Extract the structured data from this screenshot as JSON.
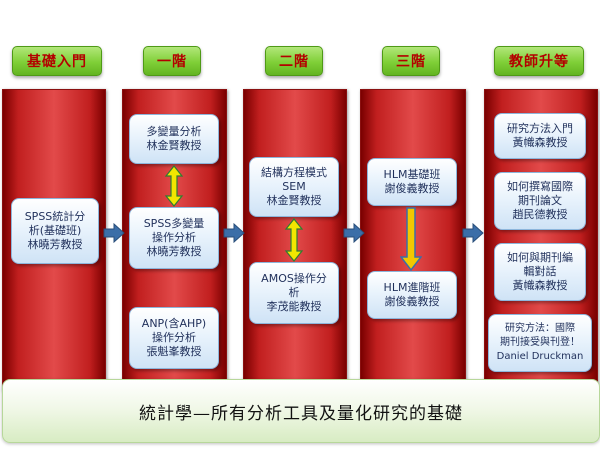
{
  "headers": [
    "基礎入門",
    "一階",
    "二階",
    "三階",
    "教師升等"
  ],
  "boxes": {
    "foundation_spss": "SPSS統計分\n析(基礎班)\n林曉芳教授",
    "l1_multivariate": "多變量分析\n林金賢教授",
    "l1_spss_mv": "SPSS多變量\n操作分析\n林曉芳教授",
    "l1_anp": "ANP(含AHP)\n操作分析\n張魁峯教授",
    "l2_sem": "結構方程模式\nSEM\n林金賢教授",
    "l2_amos": "AMOS操作分\n析\n李茂能教授",
    "l3_hlm_basic": "HLM基礎班\n謝俊義教授",
    "l3_hlm_adv": "HLM進階班\n謝俊義教授",
    "t_research_intro": "研究方法入門\n黃幟森教授",
    "t_intl_paper": "如何撰寫國際\n期刊論文\n趙民德教授",
    "t_editor_talk": "如何與期刊編\n輯對話\n黃幟森教授",
    "t_druckman": "研究方法：國際\n期刊接受與刊登！\nDaniel Druckman"
  },
  "foundation_text": "統計學—所有分析工具及量化研究的基礎",
  "colors": {
    "header_text": "#b30000",
    "header_fill": "#7fcf37",
    "column_fill": "#c11f1f",
    "box_text": "#1f2f5a",
    "arrow_blue": "#3b6ea8",
    "arrow_yellow": "#f2e600"
  }
}
